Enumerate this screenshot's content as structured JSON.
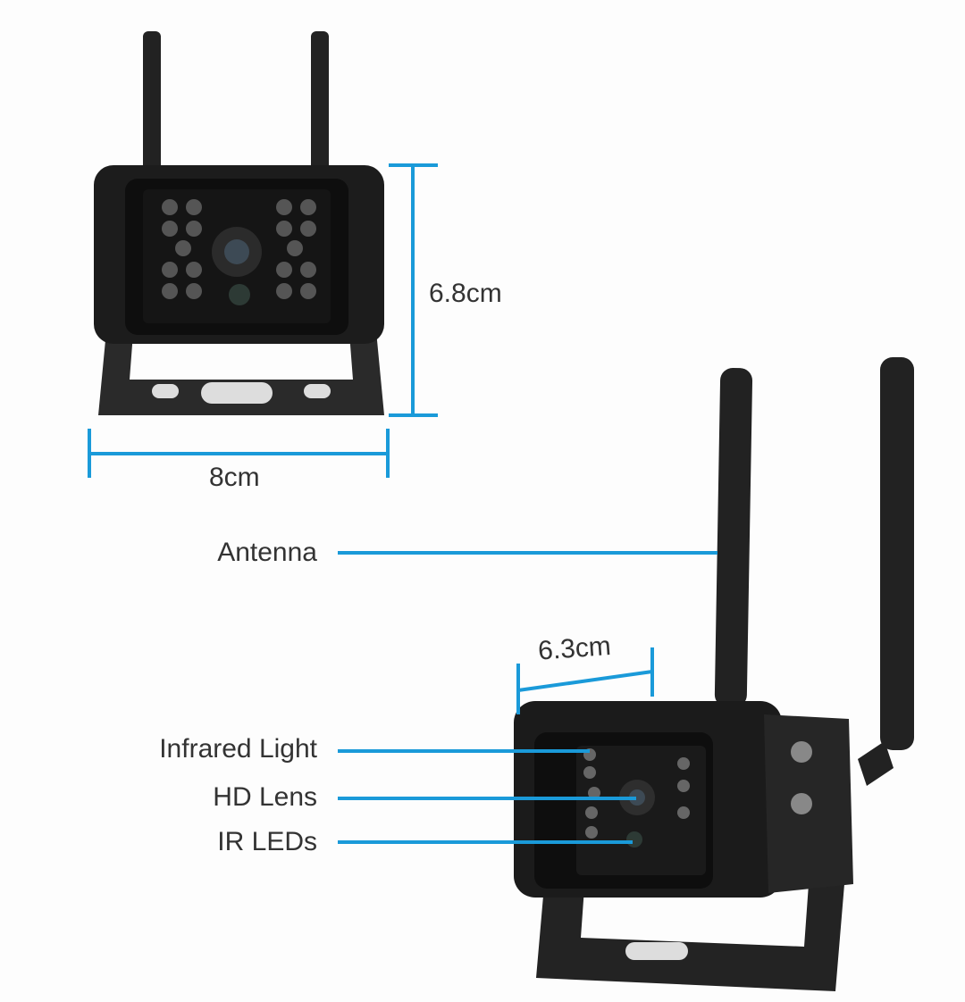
{
  "dimensions": {
    "height": "6.8cm",
    "width": "8cm",
    "depth": "6.3cm"
  },
  "callouts": {
    "antenna": "Antenna",
    "infrared": "Infrared Light",
    "lens": "HD Lens",
    "leds": "IR LEDs"
  },
  "colors": {
    "accent": "#1a9ad9",
    "camera_body": "#1c1c1c",
    "text": "#333333"
  }
}
